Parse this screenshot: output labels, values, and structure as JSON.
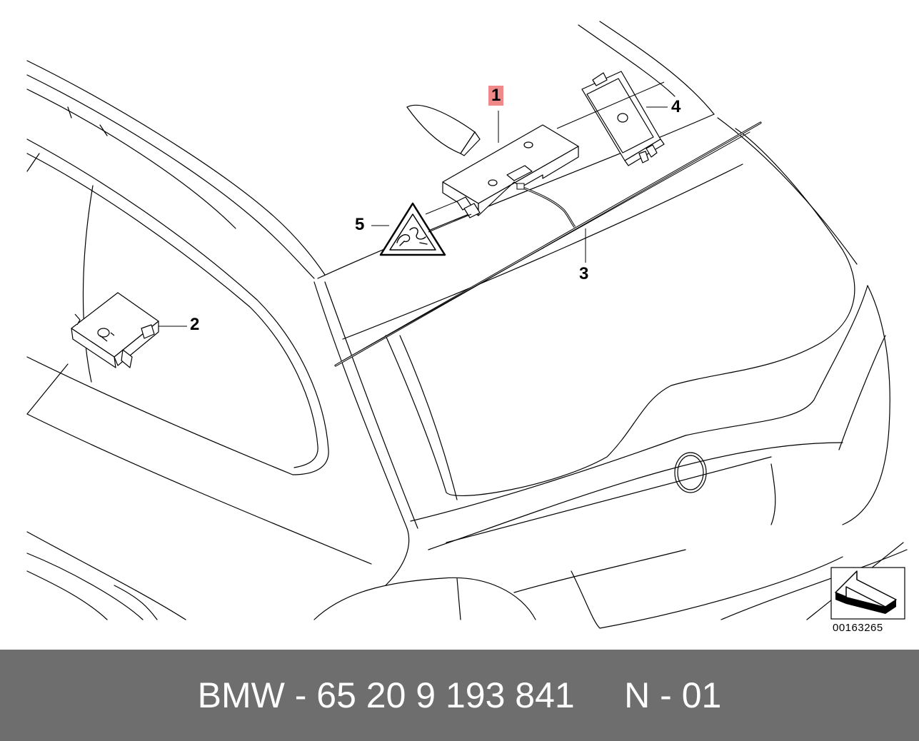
{
  "callouts": {
    "c1": "1",
    "c2": "2",
    "c3": "3",
    "c4": "4",
    "c5": "5"
  },
  "highlight_color": "#f08a8a",
  "reference_code": "00163265",
  "footer": {
    "label": "BMW - 65 20 9 193 841     N - 01",
    "background": "#6e6e6e",
    "text_color": "#ffffff"
  },
  "icons": {
    "orientation": "orientation-arrow-icon",
    "warning": "warning-triangle-icon"
  }
}
